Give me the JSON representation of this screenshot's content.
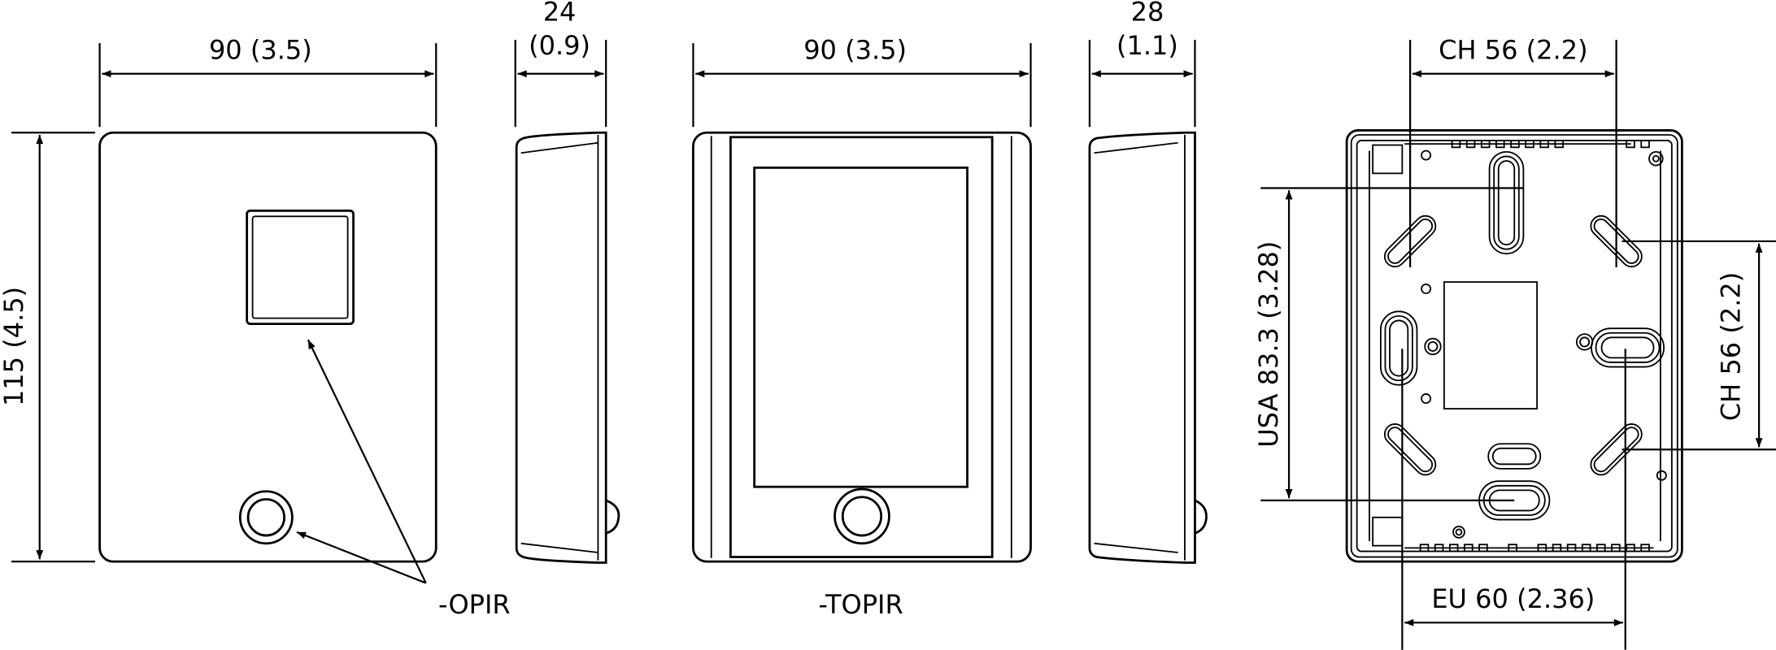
{
  "views": {
    "front_opir": {
      "width_dim": "90 (3.5)",
      "height_dim": "115 (4.5)",
      "label": "-OPIR"
    },
    "side_opir": {
      "depth_dim": "24",
      "depth_dim_in": "(0.9)"
    },
    "front_topir": {
      "width_dim": "90 (3.5)",
      "label": "-TOPIR"
    },
    "side_topir": {
      "depth_dim": "28",
      "depth_dim_in": "(1.1)"
    },
    "back": {
      "top_dim": "CH 56 (2.2)",
      "right_dim": "CH 56 (2.2)",
      "left_dim": "USA 83.3 (3.28)",
      "bottom_dim": "EU 60 (2.36)"
    }
  }
}
